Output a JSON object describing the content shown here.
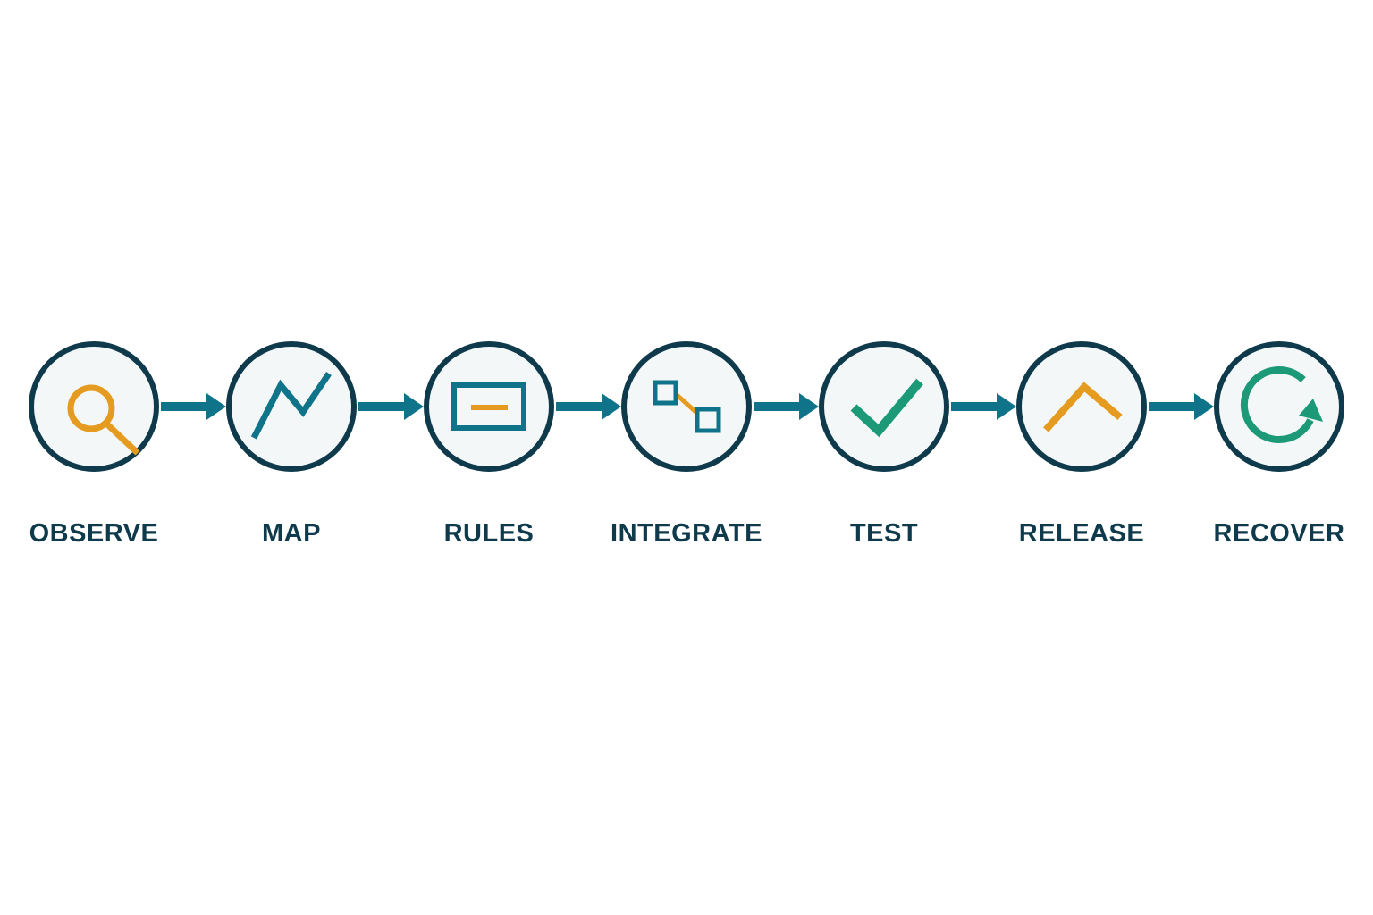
{
  "colors": {
    "background": "#ffffff",
    "circle_stroke": "#0e3a4b",
    "circle_fill": "#f3f7f8",
    "connector": "#0f7389",
    "label": "#0e3a4b",
    "orange": "#e49b1f",
    "teal": "#0f7389",
    "green": "#1c9a77"
  },
  "steps": [
    {
      "label": "OBSERVE",
      "icon": "magnifier-icon"
    },
    {
      "label": "MAP",
      "icon": "zigzag-line-icon"
    },
    {
      "label": "RULES",
      "icon": "rectangle-dash-icon"
    },
    {
      "label": "INTEGRATE",
      "icon": "linked-squares-icon"
    },
    {
      "label": "TEST",
      "icon": "checkmark-icon"
    },
    {
      "label": "RELEASE",
      "icon": "caret-up-icon"
    },
    {
      "label": "RECOVER",
      "icon": "circular-arrow-icon"
    }
  ]
}
